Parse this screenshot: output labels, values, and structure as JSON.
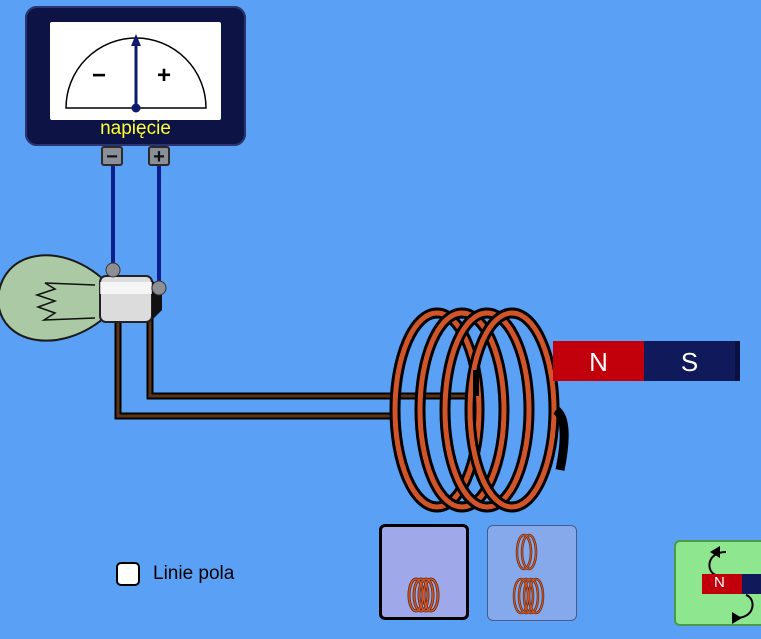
{
  "voltmeter": {
    "label": "napięcie",
    "minus_symbol": "−",
    "plus_symbol": "+",
    "terminal_minus": "−",
    "terminal_plus": "+"
  },
  "magnet": {
    "north_label": "N",
    "south_label": "S",
    "north_color": "#c2000b",
    "south_color": "#101a5a"
  },
  "options": {
    "field_lines_label": "Linie pola",
    "field_lines_checked": false
  },
  "coil_selector": {
    "options": [
      {
        "name": "one-coil",
        "selected": true
      },
      {
        "name": "two-coils",
        "selected": false
      }
    ]
  },
  "flip_magnet": {
    "icon_label": "N"
  },
  "colors": {
    "background": "#5aa0f5",
    "wire": "#2a1808",
    "coil": "#d2552a",
    "meter_wire": "#0c1f8c",
    "label_yellow": "#ffff33"
  }
}
